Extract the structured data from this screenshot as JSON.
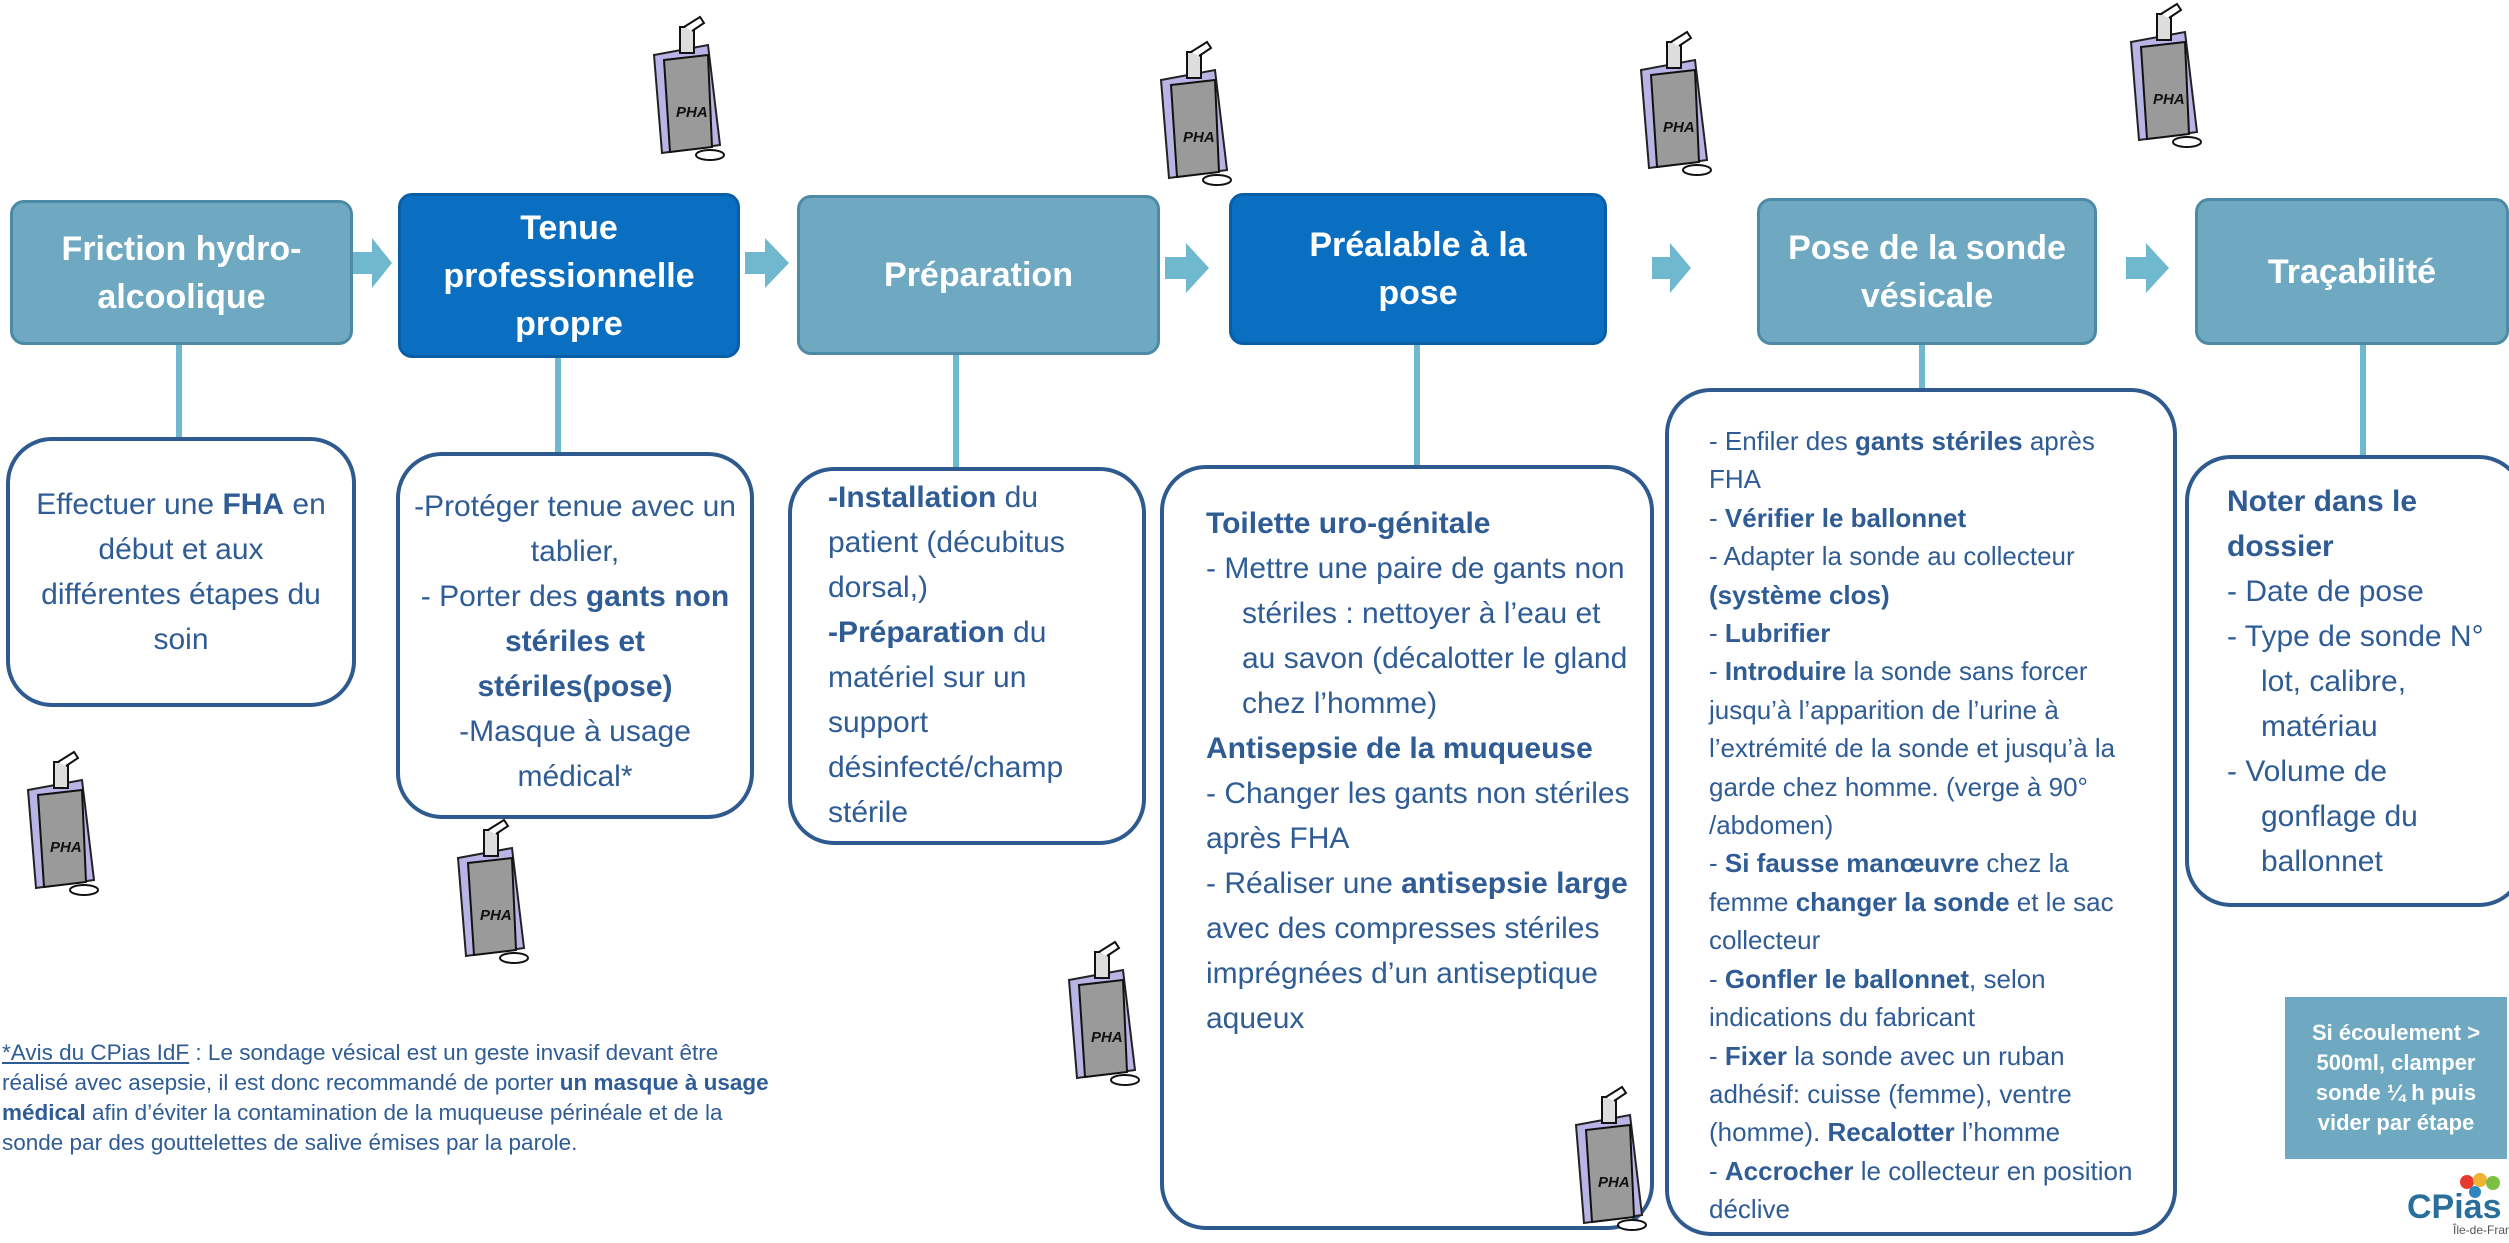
{
  "steps": [
    {
      "label": "Friction hydro-alcoolique"
    },
    {
      "label": "Tenue professionnelle propre"
    },
    {
      "label": "Préparation"
    },
    {
      "label": "Préalable à la pose"
    },
    {
      "label": "Pose de la sonde vésicale"
    },
    {
      "label": "Traçabilité"
    }
  ],
  "pha_label": "PHA",
  "box1": {
    "t1": "Effectuer une ",
    "b1": "FHA",
    "t2": " en début et aux différentes étapes du soin"
  },
  "box2": {
    "l1": "-Protéger tenue avec un tablier,",
    "l2a": "- Porter des ",
    "l2b": "gants non stériles et stériles(pose)",
    "l3": "-Masque à usage médical*"
  },
  "box3": {
    "b1": "-Installation",
    "t1": " du patient (décubitus dorsal,)",
    "b2": "-Préparation",
    "t2": " du matériel sur un support désinfecté/champ stérile"
  },
  "box4": {
    "h1": "Toilette uro-génitale",
    "l1": "-  Mettre une paire de gants non stériles : nettoyer à l’eau et au savon (décalotter le gland chez l’homme)",
    "h2": "Antisepsie de la muqueuse",
    "l2": "- Changer les gants non stériles après FHA",
    "l3a": "-  Réaliser une ",
    "l3b": "antisepsie large",
    "l3c": " avec des compresses stériles imprégnées d’un antiseptique aqueux"
  },
  "box5": {
    "l1a": "- Enfiler des ",
    "l1b": "gants stériles",
    "l1c": "  après FHA",
    "l2a": "- ",
    "l2b": "Vérifier le ballonnet",
    "l3a": "- Adapter la sonde au collecteur ",
    "l3b": "(système clos)",
    "l4a": "- ",
    "l4b": "Lubrifier",
    "l5a": "- ",
    "l5b": "Introduire",
    "l5c": " la sonde sans forcer jusqu’à l’apparition de l’urine à l’extrémité de la sonde et jusqu’à la garde chez homme. (verge à 90° /abdomen)",
    "l6a": "- ",
    "l6b": "Si fausse manœuvre",
    "l6c": " chez la femme ",
    "l6d": "changer la sonde",
    "l6e": " et le sac collecteur",
    "l7a": "- ",
    "l7b": "Gonfler le ballonnet",
    "l7c": ", selon indications du fabricant",
    "l8a": "- ",
    "l8b": "Fixer",
    "l8c": " la sonde avec un ruban adhésif: cuisse (femme), ventre (homme). ",
    "l8d": "Recalotter",
    "l8e": " l’homme",
    "l9a": "- ",
    "l9b": "Accrocher",
    "l9c": " le collecteur en position déclive"
  },
  "box6": {
    "h1": "Noter dans le dossier",
    "l1": "- Date de pose",
    "l2": "-   Type de sonde N° lot, calibre, matériau",
    "l3": "-   Volume de gonflage du ballonnet"
  },
  "note": {
    "u1": "*Avis du CPias IdF",
    "t1": " : Le sondage vésical est un geste invasif devant être réalisé avec asepsie, il est donc recommandé de porter ",
    "b1": "un masque à usage médical",
    "t2": " afin d’éviter la contamination de la muqueuse périnéale et de la sonde par des gouttelettes de salive émises par la parole."
  },
  "highlight": "Si écoulement > 500ml, clamper sonde ¼ h puis vider par étape",
  "logo": {
    "text": "CPias",
    "subtext": "Île-de-France"
  },
  "colors": {
    "light_step": "#6fa9c1",
    "dark_step": "#0b6fc1",
    "arrow": "#6fb8cd",
    "box_border": "#2e5a8f",
    "text": "#2f5c95"
  }
}
